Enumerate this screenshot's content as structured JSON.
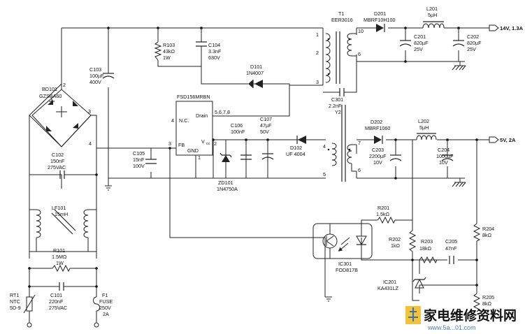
{
  "components": {
    "bd101": {
      "ref": "BD101",
      "part": "GZSBA60",
      "pin2": "2",
      "pin3": "3",
      "pin4": "4"
    },
    "c103": {
      "ref": "C103",
      "value": "100µF",
      "rating": "400V"
    },
    "r103": {
      "ref": "R103",
      "value": "43kΩ",
      "rating": "1W"
    },
    "c104": {
      "ref": "C104",
      "value": "3.3nF",
      "rating": "630V"
    },
    "d101": {
      "ref": "D101",
      "part": "1N4007"
    },
    "t1": {
      "ref": "T1",
      "part": "EER3016",
      "pins_left": [
        "1",
        "2",
        "3"
      ],
      "pin10": "10",
      "pin6": "6",
      "pin7": "7",
      "pin4": "4",
      "pin5": "5"
    },
    "d201": {
      "ref": "D201",
      "part": "MBRF10H100"
    },
    "l201": {
      "ref": "L201",
      "value": "5µH"
    },
    "c201": {
      "ref": "C201",
      "value": "820µF",
      "rating": "25V"
    },
    "c202": {
      "ref": "C202",
      "value": "820µF",
      "rating": "25V"
    },
    "out1": {
      "label": "14V, 1.3A"
    },
    "ic101": {
      "part": "FSD156MRBN",
      "nc": "N.C.",
      "drain": "Drain",
      "drain_pins": "5,6,7,8",
      "fb": "FB",
      "vcc": "V",
      "vcc_sub": "cc",
      "gnd": "GND",
      "pin4": "4",
      "pin3": "3",
      "pin2": "2",
      "pin1": "1"
    },
    "c301": {
      "ref": "C301",
      "value": "2.2nF",
      "class": "Y2"
    },
    "c105": {
      "ref": "C105",
      "value": "15nF",
      "rating": "100V"
    },
    "c106": {
      "ref": "C106",
      "value": "100nF"
    },
    "c107": {
      "ref": "C107",
      "value": "47µF",
      "rating": "50V"
    },
    "d102": {
      "ref": "D102",
      "part": "UF 4004"
    },
    "zd101": {
      "ref": "ZD101",
      "part": "1N4750A"
    },
    "d202": {
      "ref": "D202",
      "part": "MBRF1060"
    },
    "l202": {
      "ref": "L202",
      "value": "5µH"
    },
    "c203": {
      "ref": "C203",
      "value": "2200µF",
      "rating": "10V"
    },
    "c204": {
      "ref": "C204",
      "value": "1000µF",
      "rating": "10V"
    },
    "out2": {
      "label": "5V, 2A"
    },
    "c102": {
      "ref": "C102",
      "value": "150nF",
      "rating": "275VAC"
    },
    "lf101": {
      "ref": "LF101",
      "value": "15mH"
    },
    "r101": {
      "ref": "R101",
      "value": "1.5MΩ",
      "rating": "1W"
    },
    "c101": {
      "ref": "C101",
      "value": "220nF",
      "rating": "275VAC"
    },
    "rt1": {
      "ref": "RT1",
      "type": "NTC",
      "part": "5D-9"
    },
    "f1": {
      "ref": "F1",
      "type": "FUSE",
      "rating": "250V",
      "current": "2A"
    },
    "r201": {
      "ref": "R201",
      "value": "1.5kΩ"
    },
    "r202": {
      "ref": "R202",
      "value": "1kΩ"
    },
    "r203": {
      "ref": "R203",
      "value": "18kΩ"
    },
    "c205": {
      "ref": "C205",
      "value": "47nF"
    },
    "r204": {
      "ref": "R204",
      "value": "8kΩ"
    },
    "r205": {
      "ref": "R205",
      "value": "8kΩ"
    },
    "ic301": {
      "ref": "IC301",
      "part": "FOD817B"
    },
    "ic201": {
      "ref": "IC201",
      "part": "KA431LZ"
    }
  },
  "watermark": {
    "brand": "家电维修资料网",
    "url": "www.5a...01.com"
  }
}
